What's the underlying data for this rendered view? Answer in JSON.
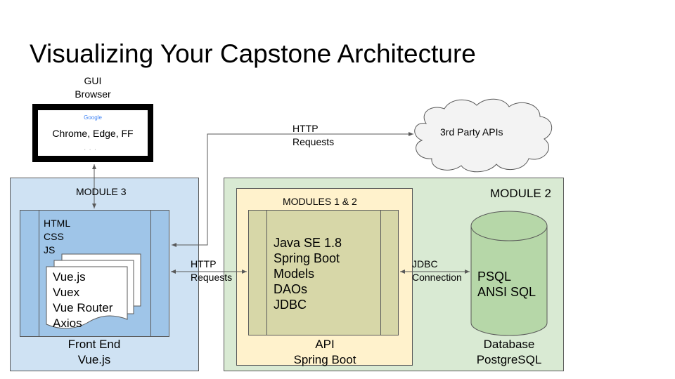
{
  "title": "Visualizing Your Capstone Architecture",
  "browser": {
    "caption_line1": "GUI",
    "caption_line2": "Browser",
    "logo_text": "Google",
    "label": "Chrome, Edge, FF"
  },
  "cloud": {
    "label": "3rd Party APIs"
  },
  "http_top": {
    "line1": "HTTP",
    "line2": "Requests"
  },
  "http_mid": {
    "line1": "HTTP",
    "line2": "Requests"
  },
  "jdbc": {
    "line1": "JDBC",
    "line2": "Connection"
  },
  "module3": {
    "label": "MODULE 3",
    "tech": [
      "HTML",
      "CSS",
      "JS"
    ],
    "doc_lines": [
      "Vue.js",
      "Vuex",
      "Vue Router",
      "Axios"
    ],
    "footer_line1": "Front End",
    "footer_line2": "Vue.js"
  },
  "module2": {
    "label": "MODULE 2",
    "api": {
      "label": "MODULES 1 & 2",
      "lines": [
        "Java SE 1.8",
        "Spring Boot",
        "Models",
        "DAOs",
        "JDBC"
      ],
      "footer_line1": "API",
      "footer_line2": "Spring Boot"
    },
    "database": {
      "lines": [
        "PSQL",
        "ANSI SQL"
      ],
      "footer_line1": "Database",
      "footer_line2": "PostgreSQL"
    }
  },
  "colors": {
    "module3_bg": "#cfe2f3",
    "module3_inner": "#9fc5e8",
    "module2_bg": "#d9ead3",
    "api_bg": "#fff2cc",
    "api_inner": "#d7d7a8",
    "db_fill": "#b6d7a8",
    "border": "#595959"
  }
}
